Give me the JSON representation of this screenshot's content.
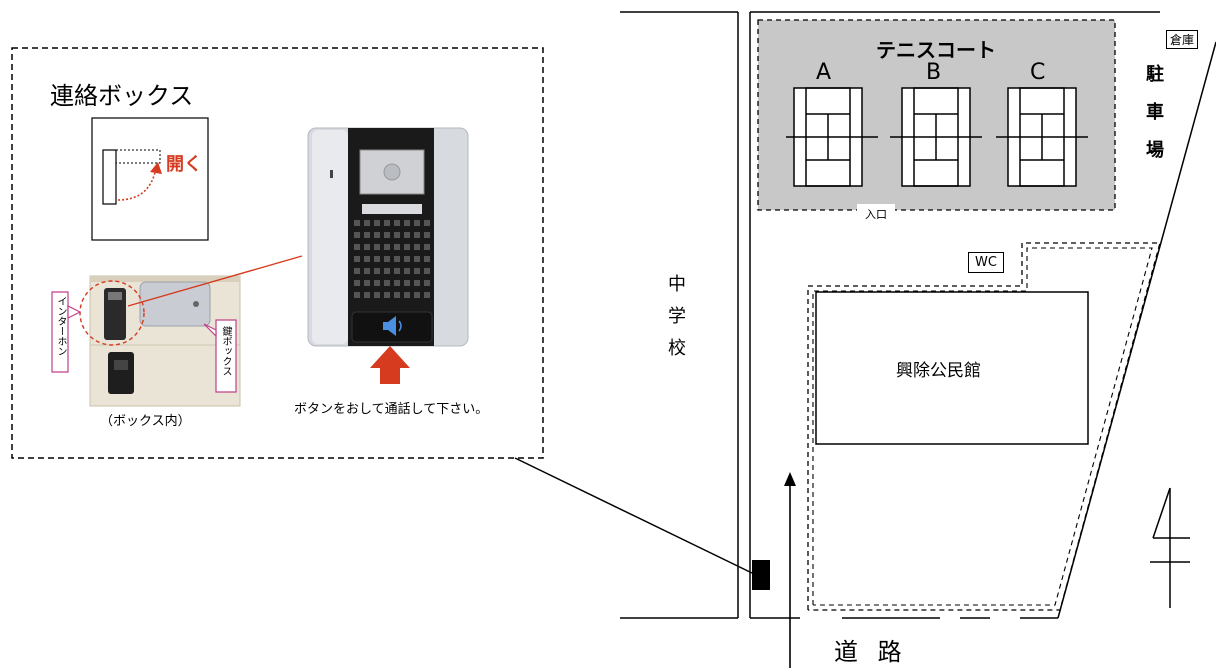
{
  "callout": {
    "title": "連絡ボックス",
    "door_open_label": "開く",
    "interphone_label": "インターホン",
    "key_box_label": "鍵ボックス",
    "box_inside_caption": "（ボックス内）",
    "button_instruction": "ボタンをおして通話して下さい。"
  },
  "map": {
    "tennis_court_title": "テニスコート",
    "courts": [
      "A",
      "B",
      "C"
    ],
    "court_entrance": "入口",
    "storage": "倉庫",
    "parking": "駐車場",
    "school": "中学校",
    "wc": "WC",
    "community_hall": "興除公民館",
    "road": "道 路"
  },
  "colors": {
    "court_fill": "#c8c8c8",
    "accent_red": "#d63a1f",
    "callout_pink": "#c0408a",
    "device_dark": "#2a2a2a",
    "device_light": "#d7dadf"
  }
}
